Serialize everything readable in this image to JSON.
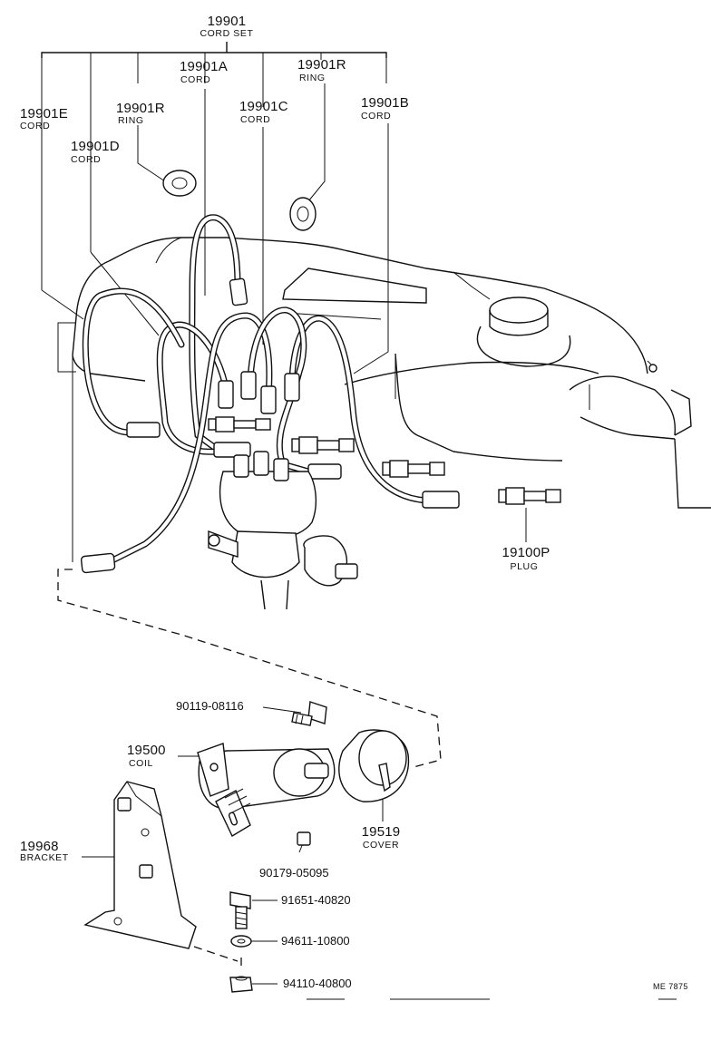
{
  "labels": {
    "cord_set": {
      "part_no": "19901",
      "name": "CORD SET"
    },
    "cord_a": {
      "part_no": "19901A",
      "name": "CORD"
    },
    "ring_right": {
      "part_no": "19901R",
      "name": "RING"
    },
    "cord_e": {
      "part_no": "19901E",
      "name": "CORD"
    },
    "ring_left": {
      "part_no": "19901R",
      "name": "RING"
    },
    "cord_c": {
      "part_no": "19901C",
      "name": "CORD"
    },
    "cord_b": {
      "part_no": "19901B",
      "name": "CORD"
    },
    "cord_d": {
      "part_no": "19901D",
      "name": "CORD"
    },
    "plug": {
      "part_no": "19100P",
      "name": "PLUG"
    },
    "bolt_top": {
      "part_no": "90119-08116"
    },
    "coil": {
      "part_no": "19500",
      "name": "COIL"
    },
    "cover": {
      "part_no": "19519",
      "name": "COVER"
    },
    "bracket": {
      "part_no": "19968",
      "name": "BRACKET"
    },
    "nut_small": {
      "part_no": "90179-05095"
    },
    "bolt": {
      "part_no": "91651-40820"
    },
    "washer": {
      "part_no": "94611-10800"
    },
    "nut": {
      "part_no": "94110-40800"
    }
  },
  "figure_code": "ME 7875",
  "icons": [
    "spark-plug-icon",
    "distributor-icon",
    "ignition-coil-icon",
    "bracket-icon",
    "ring-icon"
  ]
}
